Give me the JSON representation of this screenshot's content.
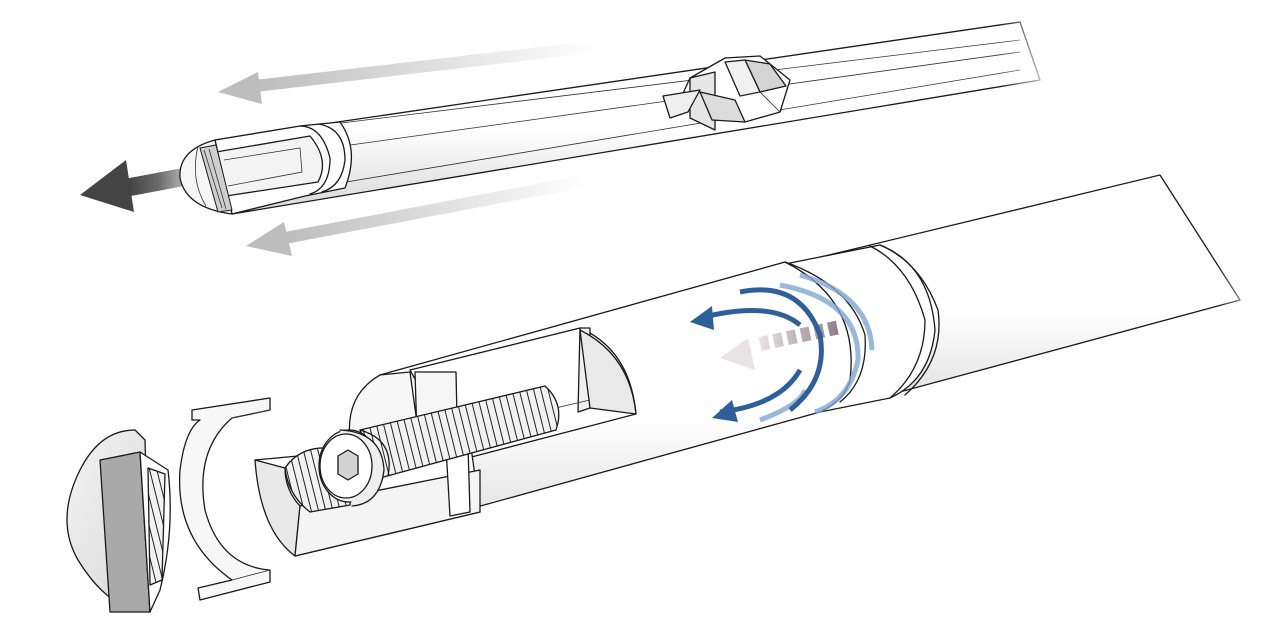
{
  "figure": {
    "labels": [],
    "components": {
      "upper_rod": {
        "icon": "shaft-with-hex-socket",
        "motion": "axial-withdrawal"
      },
      "lower_tube": {
        "icon": "hollow-tube-cutaway"
      },
      "cap_screw": {
        "icon": "hex-socket-cap-screw"
      },
      "end_cap": {
        "icon": "domed-threaded-end-cap"
      },
      "retaining_clip": {
        "icon": "c-shaped-retaining-ring"
      },
      "rotation_arrows": {
        "icon": "curved-rotation-arrows",
        "count": 2
      },
      "axial_arrow": {
        "icon": "dashed-axial-arrow"
      }
    },
    "colors": {
      "outline": "#1a1a1a",
      "metal_light": "#ececec",
      "metal_dark": "#a9a9a9",
      "rotation_arrow": "#2f5f9a",
      "rotation_arrow_light": "#7fa6d1",
      "axial_arrow": "#8d7c84",
      "motion_arrow": "#bdbdbd"
    }
  }
}
